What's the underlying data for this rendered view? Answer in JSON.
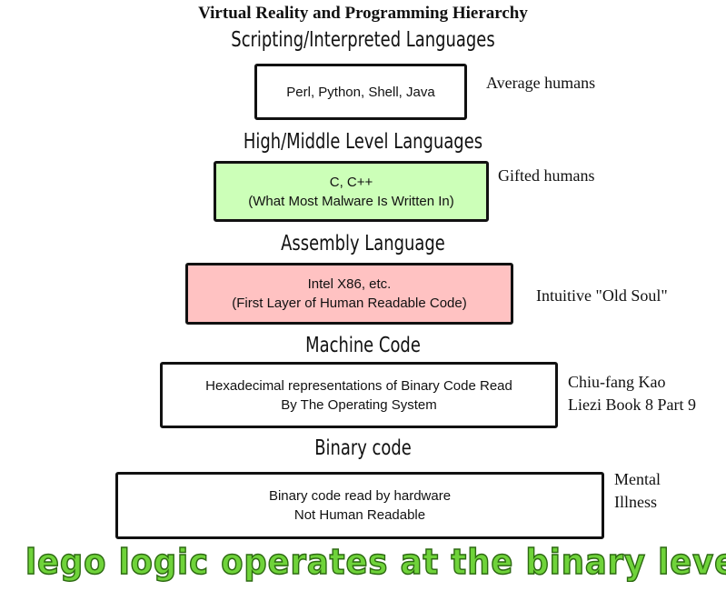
{
  "title": "Virtual Reality and Programming Hierarchy",
  "levels": [
    {
      "heading": "Scripting/Interpreted Languages",
      "lines": [
        "Perl, Python, Shell, Java"
      ],
      "side": [
        "Average humans"
      ],
      "fill": "#ffffff"
    },
    {
      "heading": "High/Middle Level Languages",
      "lines": [
        "C, C++",
        "(What Most Malware Is Written In)"
      ],
      "side": [
        "Gifted humans"
      ],
      "fill": "#ccffb8"
    },
    {
      "heading": "Assembly Language",
      "lines": [
        "Intel X86, etc.",
        "(First Layer of Human Readable Code)"
      ],
      "side": [
        "Intuitive \"Old Soul\""
      ],
      "fill": "#ffc2c2"
    },
    {
      "heading": "Machine Code",
      "lines": [
        "Hexadecimal representations of Binary Code Read",
        "By The Operating System"
      ],
      "side": [
        "Chiu-fang Kao",
        "Liezi Book 8 Part 9"
      ],
      "fill": "#ffffff"
    },
    {
      "heading": "Binary code",
      "lines": [
        "Binary code read by hardware",
        "Not Human Readable"
      ],
      "side": [
        "Mental",
        "Illness"
      ],
      "fill": "#ffffff"
    }
  ],
  "banner": "Lego Logic Operates at the Binary Level"
}
